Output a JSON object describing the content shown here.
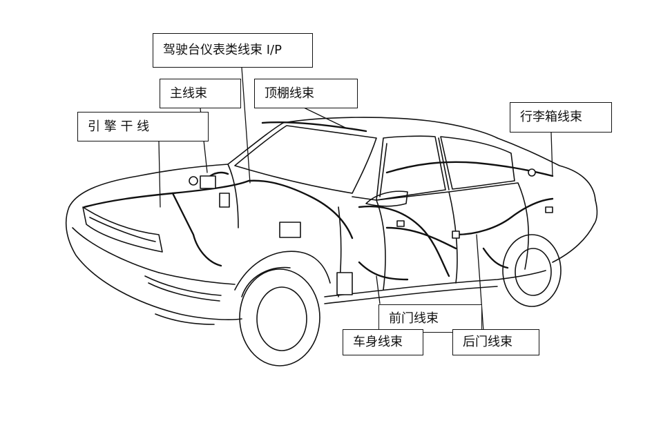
{
  "labels": {
    "instrument_panel": "驾驶台仪表类线束 I/P",
    "main": "主线束",
    "roof": "顶棚线束",
    "engine": "引 擎 干 线",
    "trunk": "行李箱线束",
    "front_door": "前门线束",
    "body": "车身线束",
    "rear_door": "后门线束"
  },
  "colors": {
    "line": "#111111",
    "background": "#ffffff"
  }
}
